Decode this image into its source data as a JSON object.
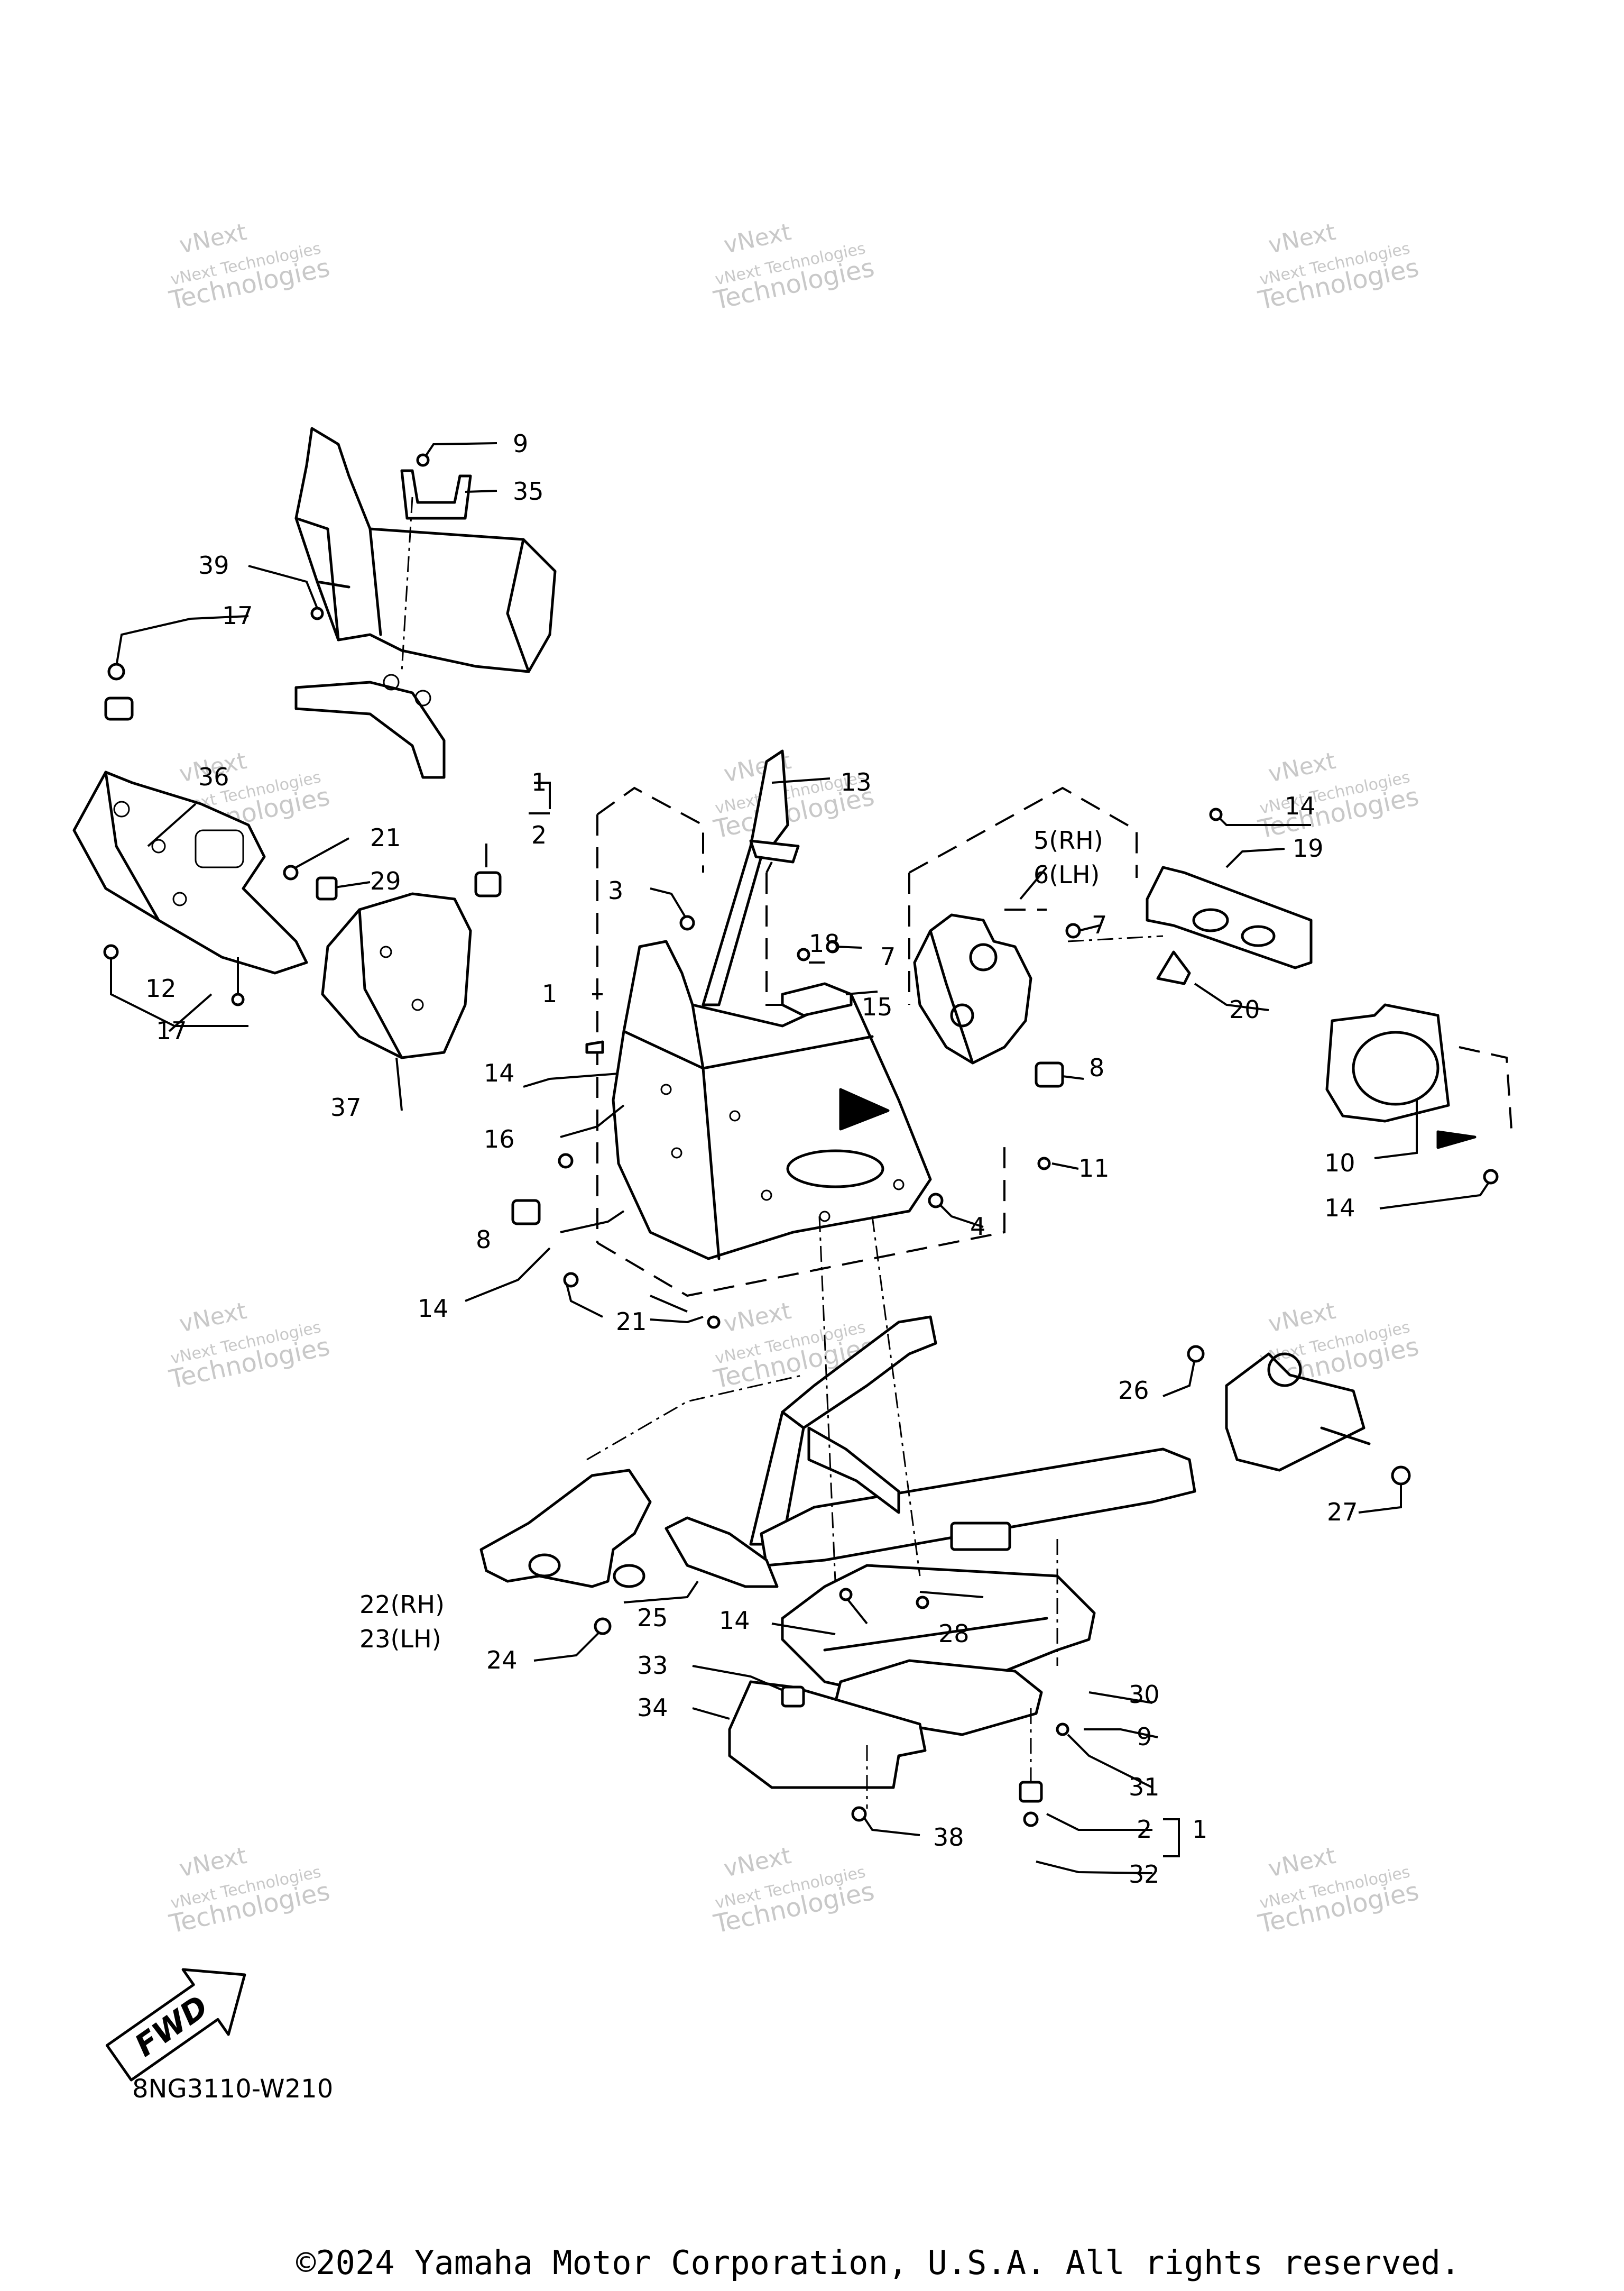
{
  "watermark": {
    "line1": "vNext Technologies",
    "line2": "vNext",
    "line3": "Technologies"
  },
  "callouts": {
    "c1a": "1",
    "c2a": "2",
    "c1b": "1",
    "c3": "3",
    "c4": "4",
    "c5": "5(RH)",
    "c6": "6(LH)",
    "c7a": "7",
    "c7b": "7",
    "c8a": "8",
    "c8b": "8",
    "c9a": "9",
    "c9b": "9",
    "c10": "10",
    "c11": "11",
    "c12": "12",
    "c13": "13",
    "c14a": "14",
    "c14b": "14",
    "c14c": "14",
    "c14d": "14",
    "c14e": "14",
    "c15": "15",
    "c16": "16",
    "c17a": "17",
    "c17b": "17",
    "c18": "18",
    "c19": "19",
    "c20": "20",
    "c21a": "21",
    "c21b": "21",
    "c22": "22(RH)",
    "c23": "23(LH)",
    "c24": "24",
    "c25": "25",
    "c26": "26",
    "c27": "27",
    "c28": "28",
    "c29": "29",
    "c30": "30",
    "c31": "31",
    "c2b": "2",
    "c1c": "1",
    "c32": "32",
    "c33": "33",
    "c34": "34",
    "c35": "35",
    "c36": "36",
    "c37": "37",
    "c38": "38",
    "c39": "39"
  },
  "fwd_badge": "FWD",
  "diagram_code": "8NG3110-W210",
  "copyright": "©2024 Yamaha Motor Corporation, U.S.A. All rights reserved."
}
